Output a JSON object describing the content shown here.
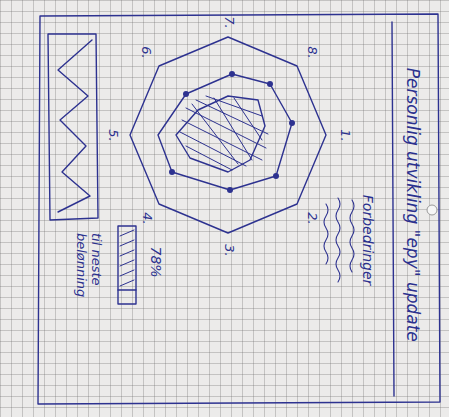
{
  "diagram": {
    "title": "Personlig utvikling \"epy\" update",
    "labels": [
      "1.",
      "2.",
      "3.",
      "4.",
      "5.",
      "6.",
      "7.",
      "8.",
      "Forbedringer",
      "78%",
      "til neste belønning"
    ]
  }
}
